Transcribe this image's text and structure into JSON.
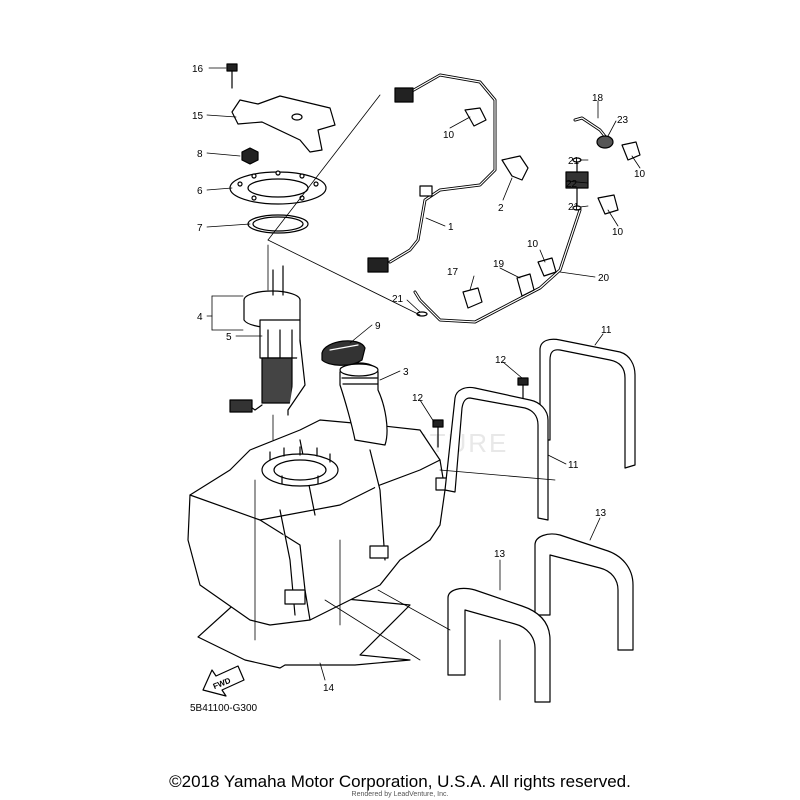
{
  "diagram_code": "5B41100-G300",
  "copyright": "©2018 Yamaha Motor Corporation, U.S.A. All rights reserved.",
  "renderer_note": "Rendered by LeadVenture, Inc.",
  "watermark": "ADVENTURE",
  "fwd_label": "FWD",
  "callouts": {
    "c1": "1",
    "c2": "2",
    "c3": "3",
    "c4": "4",
    "c5": "5",
    "c6": "6",
    "c7": "7",
    "c8": "8",
    "c9": "9",
    "c10a": "10",
    "c10b": "10",
    "c10c": "10",
    "c10d": "10",
    "c11a": "11",
    "c11b": "11",
    "c12a": "12",
    "c12b": "12",
    "c13a": "13",
    "c13b": "13",
    "c14": "14",
    "c15": "15",
    "c16": "16",
    "c17": "17",
    "c18": "18",
    "c19": "19",
    "c20": "20",
    "c21a": "21",
    "c21b": "21",
    "c21c": "21",
    "c22": "22",
    "c23": "23"
  },
  "colors": {
    "line": "#000000",
    "part_fill": "#ffffff",
    "dark_part": "#222222",
    "watermark": "#e8e8e8"
  }
}
